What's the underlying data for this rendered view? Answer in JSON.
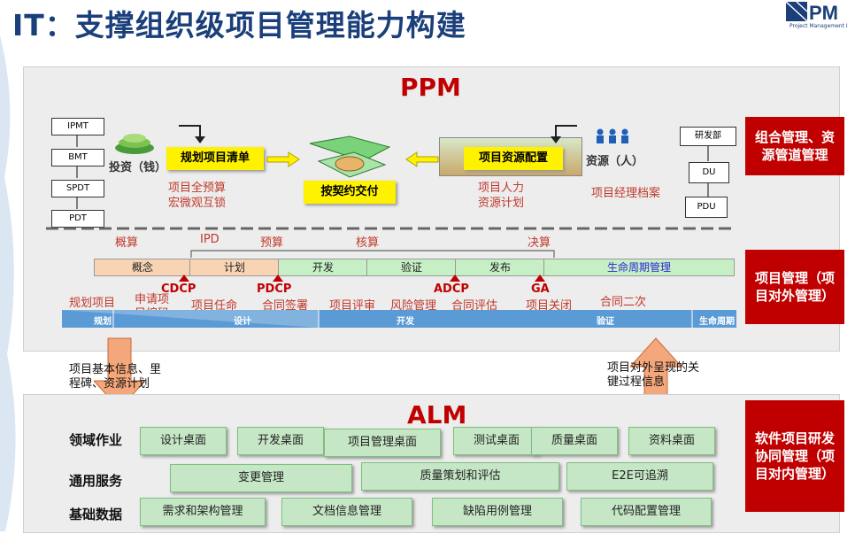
{
  "page": {
    "title": "IT：支撑组织级项目管理能力构建",
    "logo_text": "PM",
    "logo_caption": "Project Management I"
  },
  "ppm": {
    "title": "PPM",
    "left_stack": [
      "IPMT",
      "BMT",
      "SPDT",
      "PDT"
    ],
    "invest_label": "投资（钱）",
    "project_list_box": "规划项目清单",
    "contract_box": "按契约交付",
    "resource_box": "项目资源配置",
    "resource_label": "资源（人）",
    "budget_note": "项目全预算\n宏微观互锁",
    "hr_note": "项目人力\n资源计划",
    "pm_archive": "项目经理档案",
    "right_stack": [
      "研发部",
      "DU",
      "PDU"
    ],
    "side_label_1": "组合管理、资源管道管理",
    "side_label_2": "项目管理（项目对外管理）"
  },
  "lifecycle": {
    "budget_labels": [
      "概算",
      "IPD",
      "预算",
      "核算",
      "决算"
    ],
    "phases": [
      "概念",
      "计划",
      "开发",
      "验证",
      "发布",
      "生命周期管理"
    ],
    "gates": [
      "CDCP",
      "PDCP",
      "ADCP",
      "GA"
    ],
    "activities": [
      "规划项目",
      "申请项目编码",
      "项目任命",
      "合同签署",
      "项目评审",
      "风险管理",
      "合同评估",
      "项目关闭",
      "合同二次"
    ],
    "bar_phases": [
      "规划",
      "设计",
      "开发",
      "验证",
      "生命周期"
    ]
  },
  "arrows": {
    "down_note": "项目基本信息、里\n程碑、资源计划",
    "up_note": "项目对外呈现的关\n键过程信息"
  },
  "alm": {
    "title": "ALM",
    "side_label": "软件项目研发协同管理（项目对内管理）",
    "rows": [
      {
        "label": "领域作业",
        "items": [
          "设计桌面",
          "开发桌面",
          "项目管理桌面",
          "测试桌面",
          "质量桌面",
          "资料桌面"
        ]
      },
      {
        "label": "通用服务",
        "items": [
          "变更管理",
          "质量策划和评估",
          "E2E可追溯"
        ]
      },
      {
        "label": "基础数据",
        "items": [
          "需求和架构管理",
          "文档信息管理",
          "缺陷用例管理",
          "代码配置管理"
        ]
      }
    ]
  },
  "colors": {
    "title_blue": "#1a3f7a",
    "accent_red": "#c00000",
    "box_yellow": "#fff200",
    "box_green": "#c6e7c6",
    "arrow_orange": "#f4a77a"
  }
}
